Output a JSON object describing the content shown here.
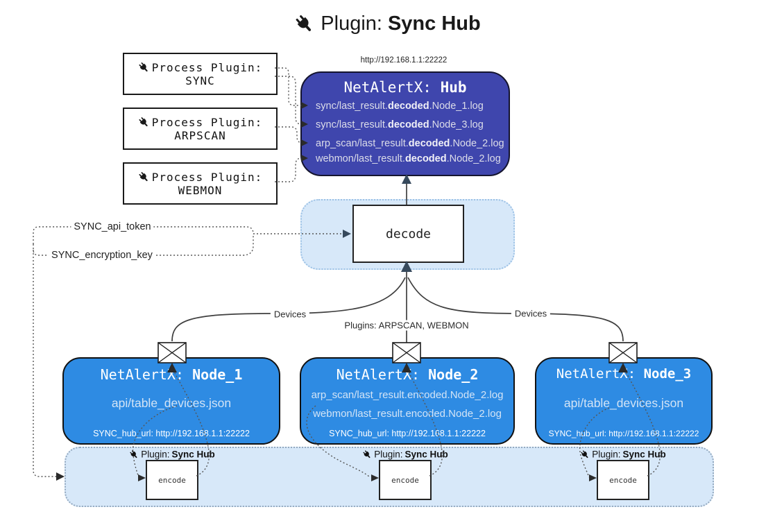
{
  "title": {
    "prefix": "Plugin:",
    "name": "Sync Hub"
  },
  "process_plugins": [
    {
      "label": "Process Plugin:",
      "name": "SYNC"
    },
    {
      "label": "Process Plugin:",
      "name": "ARPSCAN"
    },
    {
      "label": "Process Plugin:",
      "name": "WEBMON"
    }
  ],
  "hub": {
    "url": "http://192.168.1.1:22222",
    "name_prefix": "NetAlertX:",
    "name": "Hub",
    "logs": [
      {
        "pre": "sync/last_result.",
        "bold": "decoded",
        "post": ".Node_1.log"
      },
      {
        "pre": "sync/last_result.",
        "bold": "decoded",
        "post": ".Node_3.log"
      },
      {
        "pre": "arp_scan/last_result.",
        "bold": "decoded",
        "post": ".Node_2.log"
      },
      {
        "pre": "webmon/last_result.",
        "bold": "decoded",
        "post": ".Node_2.log"
      }
    ]
  },
  "secrets": {
    "api_token": "SYNC_api_token",
    "encryption_key": "SYNC_encryption_key"
  },
  "decode": {
    "label": "decode"
  },
  "edges": {
    "devices_left": "Devices",
    "devices_right": "Devices",
    "plugins_center": "Plugins: ARPSCAN, WEBMON"
  },
  "nodes": [
    {
      "name_prefix": "NetAlertX:",
      "name": "Node_1",
      "files": [
        "api/table_devices.json"
      ],
      "hub_url": "SYNC_hub_url: http://192.168.1.1:22222"
    },
    {
      "name_prefix": "NetAlertX:",
      "name": "Node_2",
      "files": [
        "arp_scan/last_result.encoded.Node_2.log",
        "webmon/last_result.encoded.Node_2.log"
      ],
      "hub_url": "SYNC_hub_url: http://192.168.1.1:22222"
    },
    {
      "name_prefix": "NetAlertX:",
      "name": "Node_3",
      "files": [
        "api/table_devices.json"
      ],
      "hub_url": "SYNC_hub_url: http://192.168.1.1:22222"
    }
  ],
  "encoders": [
    {
      "label_prefix": "Plugin:",
      "label_name": "Sync Hub",
      "box_label": "encode"
    },
    {
      "label_prefix": "Plugin:",
      "label_name": "Sync Hub",
      "box_label": "encode"
    },
    {
      "label_prefix": "Plugin:",
      "label_name": "Sync Hub",
      "box_label": "encode"
    }
  ],
  "colors": {
    "hub_bg": "#3f46ad",
    "node_bg": "#2e8be3",
    "panel_bg": "#d7e8f9",
    "arrow_dark": "#36495c"
  }
}
